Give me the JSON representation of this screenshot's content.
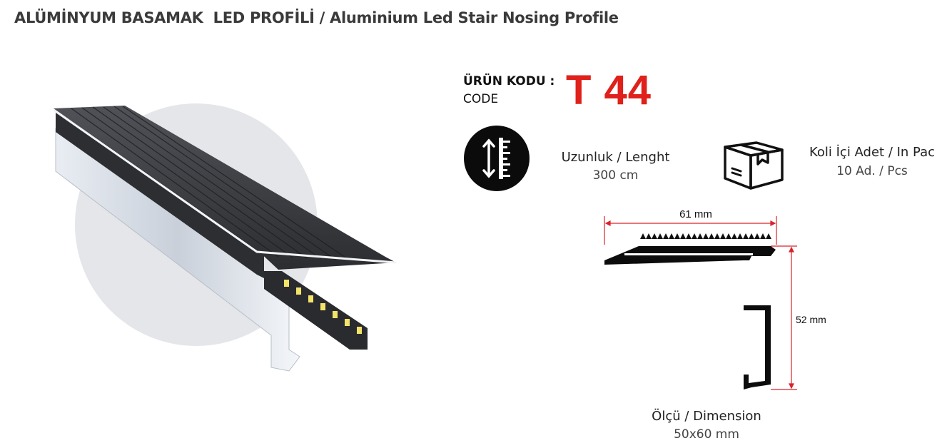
{
  "header": {
    "title": "ALÜMİNYUM BASAMAK  LED PROFİLİ / Aluminium Led Stair Nosing Profile"
  },
  "product": {
    "code_label": "ÜRÜN KODU :",
    "code_sublabel": "CODE",
    "code_value": "T 44",
    "code_color": "#e0201b"
  },
  "specs": {
    "length": {
      "label": "Uzunluk / Lenght",
      "value": "300 cm",
      "icon": "ruler-height-icon"
    },
    "package": {
      "label": "Koli İçi Adet / In Pac",
      "value": "10 Ad. / Pcs",
      "icon": "box-icon"
    },
    "dimension": {
      "label": "Ölçü / Dimension",
      "value": "50x60 mm"
    }
  },
  "diagram": {
    "width_label": "61 mm",
    "height_label": "52 mm",
    "dimension_line_color": "#d9232a"
  }
}
